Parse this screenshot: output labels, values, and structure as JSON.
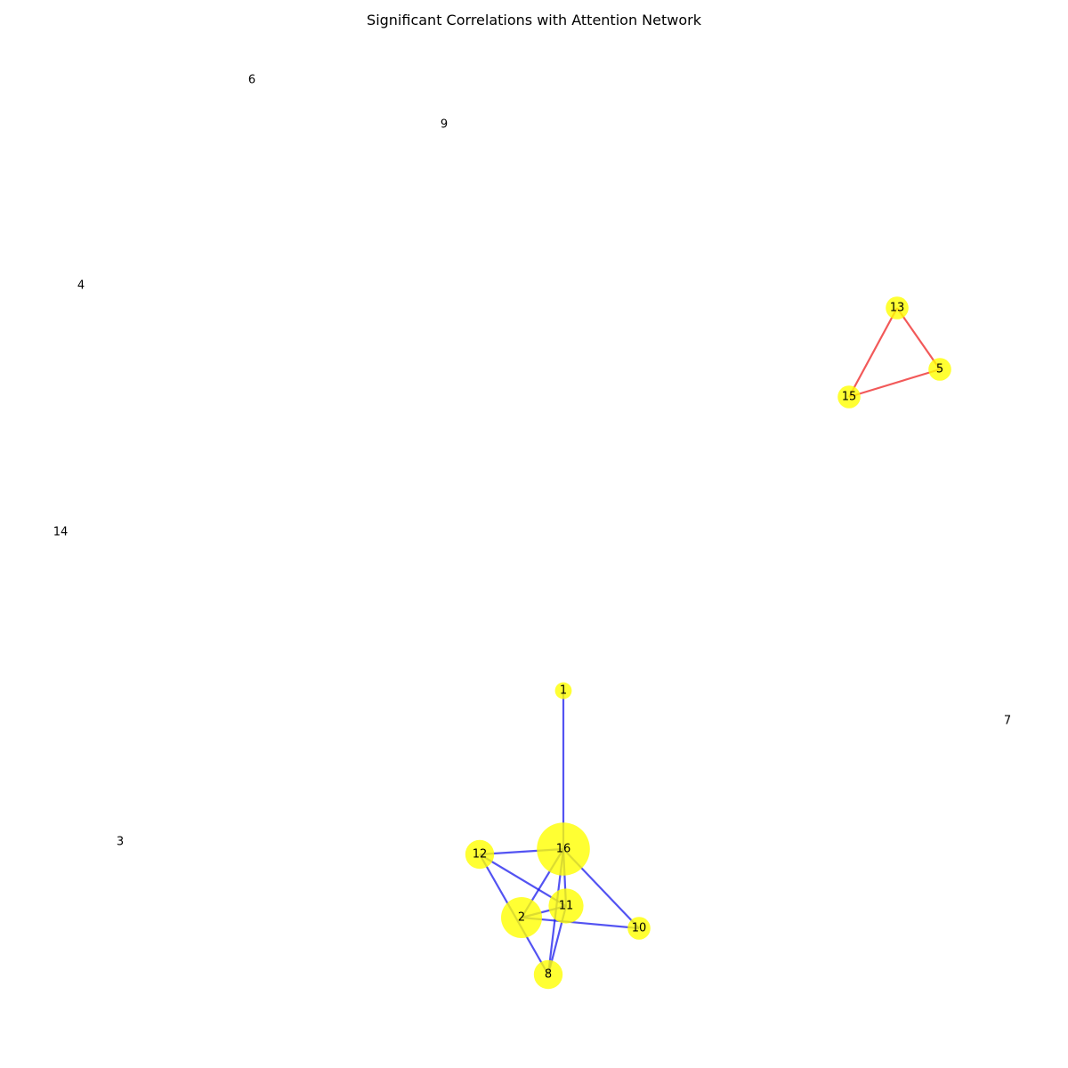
{
  "title": "Significant Correlations with Attention Network",
  "colors": {
    "node_fill": "#ffff00",
    "negative_edge": "#ee2222",
    "positive_edge": "#1a1aee"
  },
  "graph": {
    "nodes": [
      {
        "id": "1",
        "weight": 1
      },
      {
        "id": "2",
        "weight": 5
      },
      {
        "id": "3",
        "weight": 0
      },
      {
        "id": "4",
        "weight": 0
      },
      {
        "id": "5",
        "weight": 2
      },
      {
        "id": "6",
        "weight": 0
      },
      {
        "id": "7",
        "weight": 0
      },
      {
        "id": "8",
        "weight": 3
      },
      {
        "id": "9",
        "weight": 0
      },
      {
        "id": "10",
        "weight": 2
      },
      {
        "id": "11",
        "weight": 4
      },
      {
        "id": "12",
        "weight": 3
      },
      {
        "id": "13",
        "weight": 2
      },
      {
        "id": "14",
        "weight": 0
      },
      {
        "id": "15",
        "weight": 2
      },
      {
        "id": "16",
        "weight": 7
      }
    ],
    "edges": [
      {
        "source": "13",
        "target": "5",
        "sign": "negative"
      },
      {
        "source": "13",
        "target": "15",
        "sign": "negative"
      },
      {
        "source": "15",
        "target": "5",
        "sign": "negative"
      },
      {
        "source": "1",
        "target": "16",
        "sign": "positive"
      },
      {
        "source": "12",
        "target": "16",
        "sign": "positive"
      },
      {
        "source": "12",
        "target": "11",
        "sign": "positive"
      },
      {
        "source": "12",
        "target": "8",
        "sign": "positive"
      },
      {
        "source": "16",
        "target": "2",
        "sign": "positive"
      },
      {
        "source": "16",
        "target": "11",
        "sign": "positive"
      },
      {
        "source": "16",
        "target": "8",
        "sign": "positive"
      },
      {
        "source": "16",
        "target": "10",
        "sign": "positive"
      },
      {
        "source": "2",
        "target": "11",
        "sign": "positive"
      },
      {
        "source": "2",
        "target": "10",
        "sign": "positive"
      },
      {
        "source": "11",
        "target": "8",
        "sign": "positive"
      }
    ]
  }
}
